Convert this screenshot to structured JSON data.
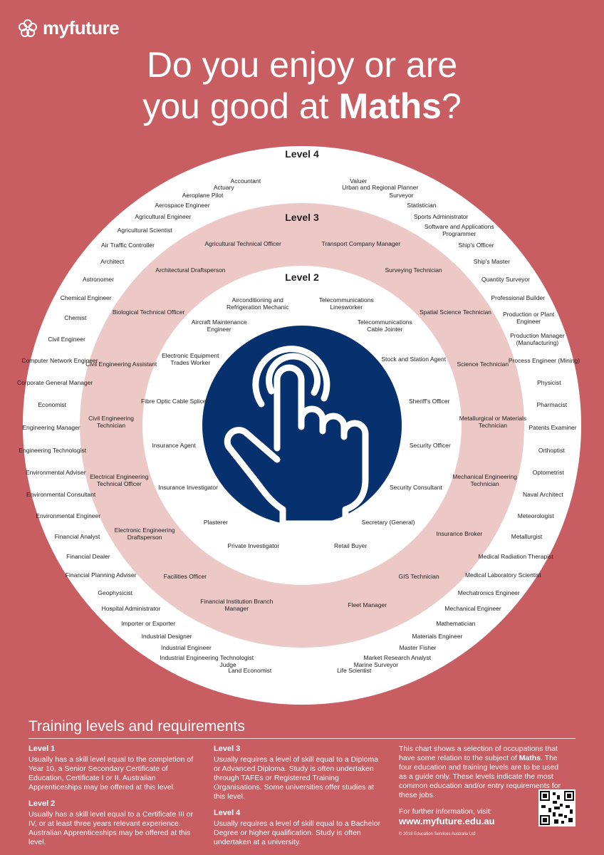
{
  "brand": {
    "name": "myfuture"
  },
  "headline": {
    "line1": "Do you enjoy or are",
    "line2_prefix": "you good at ",
    "subject": "Maths",
    "line2_suffix": "?"
  },
  "levels": {
    "level4": "Level 4",
    "level3": "Level 3",
    "level2": "Level 2"
  },
  "colors": {
    "background": "#c85d62",
    "outer_ring": "#ffffff",
    "middle_ring": "#ecc8c6",
    "inner_ring": "#ffffff",
    "center": "#07306e"
  },
  "center_icon": "pointing-hand-tap-icon",
  "level4_occupations": [
    "Accountant",
    "Actuary",
    "Aeroplane Pilot",
    "Aerospace Engineer",
    "Agricultural Engineer",
    "Agricultural Scientist",
    "Air Traffic Controller",
    "Architect",
    "Astronomer",
    "Chemical Engineer",
    "Chemist",
    "Civil Engineer",
    "Computer Network Engineer",
    "Corporate General Manager",
    "Economist",
    "Engineering Manager",
    "Engineering Technologist",
    "Environmental Adviser",
    "Environmental Consultant",
    "Environmental Engineer",
    "Financial Analyst",
    "Financial Dealer",
    "Financial Planning Adviser",
    "Geophysicist",
    "Hospital Administrator",
    "Importer or Exporter",
    "Industrial Designer",
    "Industrial Engineer",
    "Industrial Engineering Technologist",
    "Judge",
    "Land Economist",
    "Life Scientist",
    "Marine Surveyor",
    "Market Research Analyst",
    "Master Fisher",
    "Materials Engineer",
    "Mathematician",
    "Mechanical Engineer",
    "Mechatronics Engineer",
    "Medical Laboratory Scientist",
    "Medical Radiation Therapist",
    "Metallurgist",
    "Meteorologist",
    "Naval Architect",
    "Optometrist",
    "Orthoptist",
    "Patents Examiner",
    "Pharmacist",
    "Physicist",
    "Process Engineer (Mining)",
    "Production Manager\n(Manufacturing)",
    "Production or Plant\nEngineer",
    "Professional Builder",
    "Quantity Surveyor",
    "Ship's Master",
    "Ship's Officer",
    "Software and Applications\nProgrammer",
    "Sports Administrator",
    "Statistician",
    "Surveyor",
    "Urban and Regional Planner",
    "Valuer"
  ],
  "level3_occupations": [
    "Agricultural Technical Officer",
    "Architectural Draftsperson",
    "Biological Technical Officer",
    "Civil Engineering Assistant",
    "Civil Engineering\nTechnician",
    "Electrical Engineering\nTechnical Officer",
    "Electronic Engineering\nDraftsperson",
    "Facilities Officer",
    "Financial Institution Branch\nManager",
    "Fleet Manager",
    "GIS Technician",
    "Insurance Broker",
    "Mechanical Engineering\nTechnician",
    "Metallurgical or Materials\nTechnician",
    "Science Technician",
    "Spatial Science Technician",
    "Surveying Technician",
    "Transport Company Manager"
  ],
  "level2_occupations": [
    "Airconditioning and\nRefrigeration Mechanic",
    "Aircraft Maintenance\nEngineer",
    "Electronic Equipment\nTrades Worker",
    "Fibre Optic Cable Splicer",
    "Insurance Agent",
    "Insurance Investigator",
    "Plasterer",
    "Private Investigator",
    "Retail Buyer",
    "Secretary (General)",
    "Security Consultant",
    "Security Officer",
    "Sheriff's Officer",
    "Stock and Station Agent",
    "Telecommunications\nCable Jointer",
    "Telecommunications\nLinesworker"
  ],
  "training": {
    "title": "Training levels and requirements",
    "level1_title": "Level 1",
    "level1_text": "Usually has a skill level equal to the completion of Year 10, a Senior Secondary Certificate of Education, Certificate I or II. Australian Apprenticeships may be offered at this level.",
    "level2_title": "Level 2",
    "level2_text": "Usually has a skill level equal to a Certificate III or IV, or at least three years relevant experience. Australian Apprenticeships may be offered at this level.",
    "level3_title": "Level 3",
    "level3_text": "Usually requires a level of skill equal to a Diploma or Advanced Diploma. Study is often undertaken through TAFEs or Registered Training Organisations. Some universities offer studies at this level.",
    "level4_title": "Level 4",
    "level4_text": "Usually requires a level of skill equal to a Bachelor Degree or higher qualification. Study is often undertaken at a university.",
    "info_text_prefix": "This chart shows a selection of occupations that have some relation to the subject of ",
    "info_subject": "Maths",
    "info_text_suffix": ". The four education and training levels are to be used as a guide only. These levels indicate the most common education and/or entry requirements for these jobs.",
    "more_info": "For further information, visit:",
    "url": "www.myfuture.edu.au",
    "copyright": "© 2018 Education Services Australia Ltd"
  }
}
